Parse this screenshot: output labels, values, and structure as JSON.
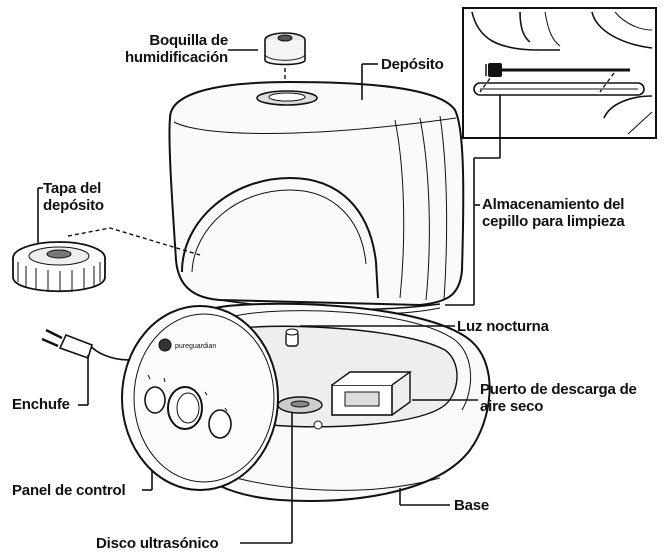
{
  "labels": {
    "boquilla": "Boquilla de humidificación",
    "deposito": "Depósito",
    "tapa": "Tapa del depósito",
    "almacenamiento": "Almacenamiento del cepillo para limpieza",
    "luz": "Luz nocturna",
    "enchufe": "Enchufe",
    "puerto": "Puerto de descarga de aire seco",
    "panel": "Panel de control",
    "base": "Base",
    "disco": "Disco ultrasónico"
  },
  "brand_text": "pureguardian"
}
